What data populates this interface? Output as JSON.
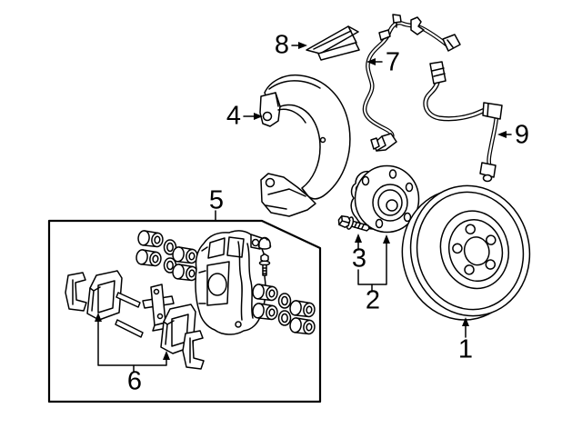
{
  "diagram": {
    "background_color": "#ffffff",
    "line_color": "#000000",
    "callouts": [
      {
        "number": "1",
        "part": "brake-rotor"
      },
      {
        "number": "2",
        "part": "hub-and-bearing-assembly"
      },
      {
        "number": "3",
        "part": "hub-bolt"
      },
      {
        "number": "4",
        "part": "splash-shield"
      },
      {
        "number": "5",
        "part": "caliper-assembly-kit"
      },
      {
        "number": "6",
        "part": "brake-pads"
      },
      {
        "number": "7",
        "part": "abs-sensor-wire"
      },
      {
        "number": "8",
        "part": "retainer-clip"
      },
      {
        "number": "9",
        "part": "brake-hose"
      }
    ]
  }
}
